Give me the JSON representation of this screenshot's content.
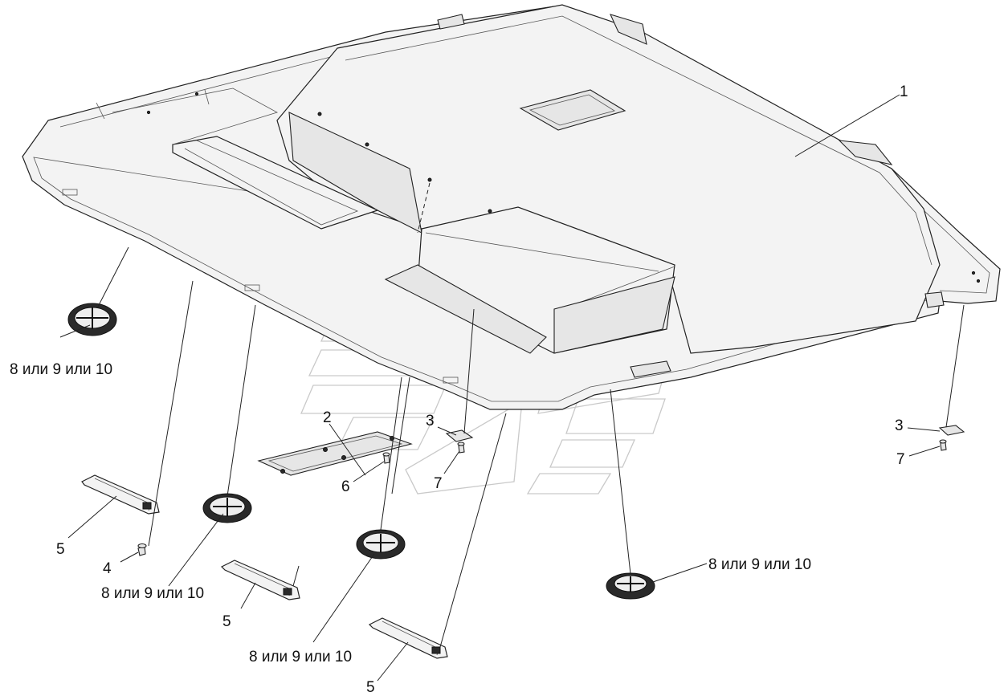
{
  "labels": {
    "p1": "1",
    "p2": "2",
    "p3a": "3",
    "p3b": "3",
    "p4": "4",
    "p5a": "5",
    "p5b": "5",
    "p5c": "5",
    "p6": "6",
    "p7a": "7",
    "p7b": "7",
    "p8a": "8 или 9 или 10",
    "p8b": "8 или 9 или 10",
    "p8c": "8 или 9 или 10",
    "p8d": "8 или 9 или 10"
  },
  "colors": {
    "line": "#222222",
    "panel": "#f3f3f3",
    "watermark": "#c9c9c9"
  }
}
